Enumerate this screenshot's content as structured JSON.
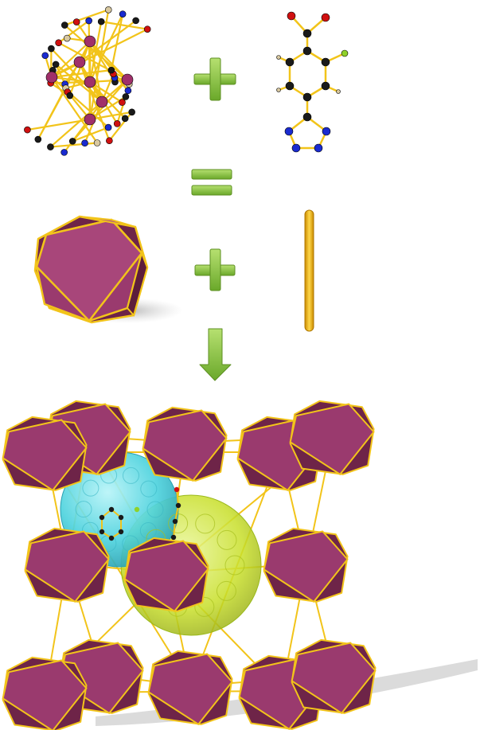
{
  "figure": {
    "panels": [
      {
        "id": "cluster",
        "kind": "metal-cluster ball-and-stick"
      },
      {
        "id": "ligand",
        "kind": "tetrazolyl-fluorobenzoate ball-and-stick"
      },
      {
        "id": "polyhedron",
        "kind": "cuboctahedron node"
      },
      {
        "id": "linker",
        "kind": "rod linker"
      },
      {
        "id": "framework",
        "kind": "3D packed network with cages"
      }
    ],
    "operators": [
      "plus",
      "equals",
      "plus",
      "arrow-down"
    ]
  },
  "colors": {
    "polyhedron_face": "#9a3a6e",
    "polyhedron_dark": "#6e2448",
    "edge": "#f2c41a",
    "operator": "#8cc63e",
    "cage_cyan": "#4fd3de",
    "cage_yellow": "#c8df2a",
    "atom_c": "#1a1a1a",
    "atom_o": "#d01010",
    "atom_n": "#1a2bd0",
    "atom_f": "#8fd12a",
    "atom_metal": "#a0306a"
  }
}
